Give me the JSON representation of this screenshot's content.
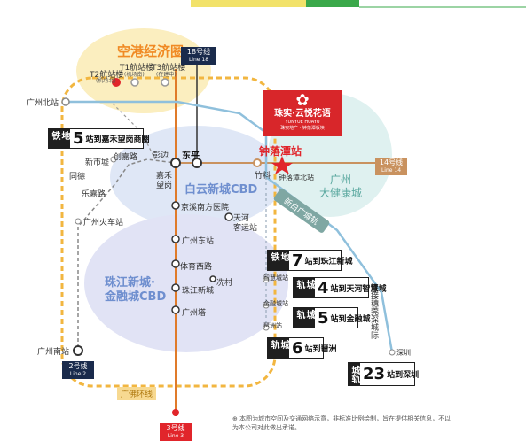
{
  "header_bar": {
    "accent_green": "#3aa84a",
    "accent_yellow": "#f2e26a"
  },
  "zones": {
    "airport_zone": "空港经济圈",
    "baiyun_cbd": "白云新城CBD",
    "zhujiang_cbd": "珠江新城·\n金融城CBD",
    "health_city": "广州\n大健康城"
  },
  "airport_terminals": {
    "t2": "T2航站楼",
    "t2_note": "(机场北)",
    "t1": "T1航站楼",
    "t1_note": "(机场南)",
    "t3": "T3航站楼",
    "t3_note": "(在建中)"
  },
  "line_badges": {
    "line18": {
      "name": "18号线",
      "en": "Line 18"
    },
    "line14": {
      "name": "14号线",
      "en": "Line 14"
    },
    "line2": {
      "name": "2号线",
      "en": "Line 2"
    },
    "line3": {
      "name": "3号线",
      "en": "Line 3"
    }
  },
  "ring_labels": {
    "guangfo": "广佛环线",
    "xinbaiguang": "新白广城轨"
  },
  "stations": {
    "guangzhou_north": "广州北站",
    "xinshi": "新市墟",
    "chuangjia": "创嘉路",
    "pengbian": "彭边",
    "dongping": "东平",
    "zhongluotan": "钟落潭站",
    "zhuliao": "竹料",
    "zhongluotan_north": "钟落潭北站",
    "tongde": "同德",
    "lejia": "乐嘉路",
    "guangzhou_railway": "广州火车站",
    "jiahe": "嘉禾\n望岗",
    "jingxi": "京溪南方医院",
    "tianhe_bus": "天河\n客运站",
    "guangzhou_east": "广州东站",
    "tiyu_xilu": "体育西路",
    "xiancun": "冼村",
    "zhujiang_xincheng": "珠江新城",
    "canton_tower": "广州塔",
    "guangzhou_south": "广州南站",
    "smart_city": "智慧城站",
    "financial_city": "金融城站",
    "lizhou": "琶洲站",
    "shenzhen": "深圳"
  },
  "project": {
    "name": "珠实·云悦花语",
    "sub": "YUNYUE HUAYU",
    "tagline": "珠实地产 · 钟落潭板块"
  },
  "connector_text": "连接穗莞深城际",
  "travel_boxes": [
    {
      "tag": "地铁",
      "num": "5",
      "text": "站到嘉禾望岗商圈"
    },
    {
      "tag": "地铁",
      "num": "7",
      "text": "站到珠江新城"
    },
    {
      "tag": "城轨",
      "num": "4",
      "text": "站到天河智慧城"
    },
    {
      "tag": "城轨",
      "num": "5",
      "text": "站到金融城"
    },
    {
      "tag": "城轨",
      "num": "6",
      "text": "站到琶洲"
    },
    {
      "tag": "城轨",
      "num": "23",
      "text": "站到深圳"
    }
  ],
  "disclaimer": "本图为城市空间及交通网络示意，非标准比例绘制，旨在提供相关信息，不以为本公司对此做出承诺。"
}
